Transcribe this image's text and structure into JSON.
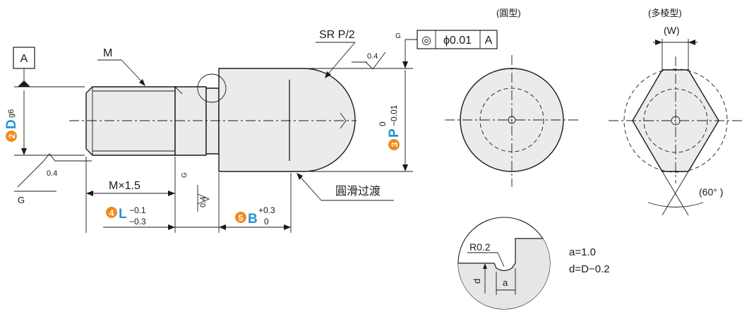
{
  "datum": {
    "letter": "A"
  },
  "labels": {
    "thread_M": "M",
    "sr": "SR P/2",
    "round_view": "(圓型)",
    "poly_view": "(多棱型)",
    "width_W": "(W)",
    "angle_60": "(60° )",
    "smooth_transition": "圓滑过渡",
    "thread_pitch": "M×1.5",
    "rough_04": "0.4",
    "surface_G": "G",
    "r02": "R0.2",
    "a_label": "a",
    "d_label": "d",
    "a_value": "a=1.0",
    "d_value": "d=D−0.2"
  },
  "tolerance_frame": {
    "symbol": "◎",
    "value": "ϕ0.01",
    "datum": "A"
  },
  "dimensions": {
    "D": {
      "badge": "2",
      "letter": "D",
      "tol": "g6"
    },
    "P": {
      "badge": "3",
      "letter": "P",
      "upper": "0",
      "lower": "−0.01"
    },
    "L": {
      "badge": "4",
      "letter": "L",
      "upper": "−0.1",
      "lower": "−0.3"
    },
    "B": {
      "badge": "5",
      "letter": "B",
      "upper": "+0.3",
      "lower": "0"
    }
  }
}
